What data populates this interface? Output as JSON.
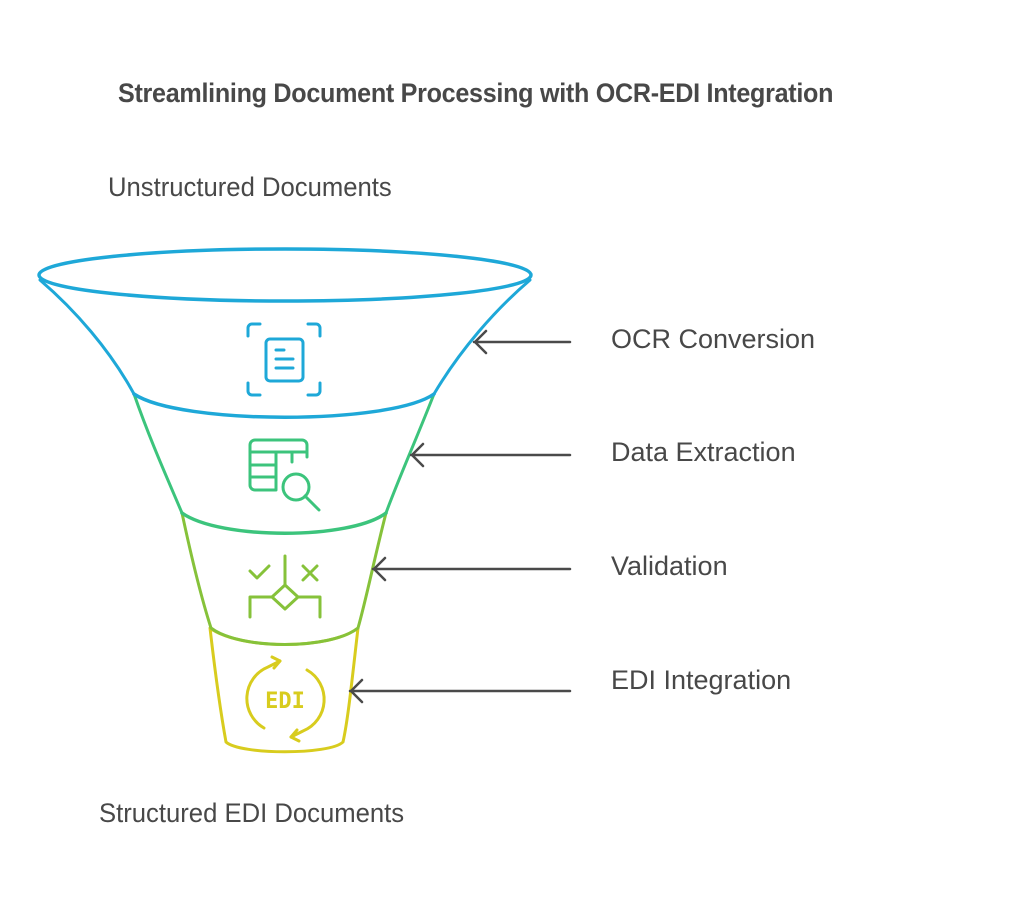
{
  "title": "Streamlining Document Processing with OCR-EDI Integration",
  "top_label": "Unstructured Documents",
  "bottom_label": "Structured EDI Documents",
  "colors": {
    "text": "#484848",
    "arrow": "#4a4a4a",
    "stage_ocr": "#1ea8d8",
    "stage_extraction": "#3cc47c",
    "stage_validation": "#86c23a",
    "stage_edi": "#d8cc1e"
  },
  "stages": [
    {
      "label": "OCR Conversion",
      "icon": "document-scan-icon"
    },
    {
      "label": "Data Extraction",
      "icon": "table-search-icon"
    },
    {
      "label": "Validation",
      "icon": "decision-check-cross-icon"
    },
    {
      "label": "EDI Integration",
      "icon": "edi-sync-icon"
    }
  ]
}
